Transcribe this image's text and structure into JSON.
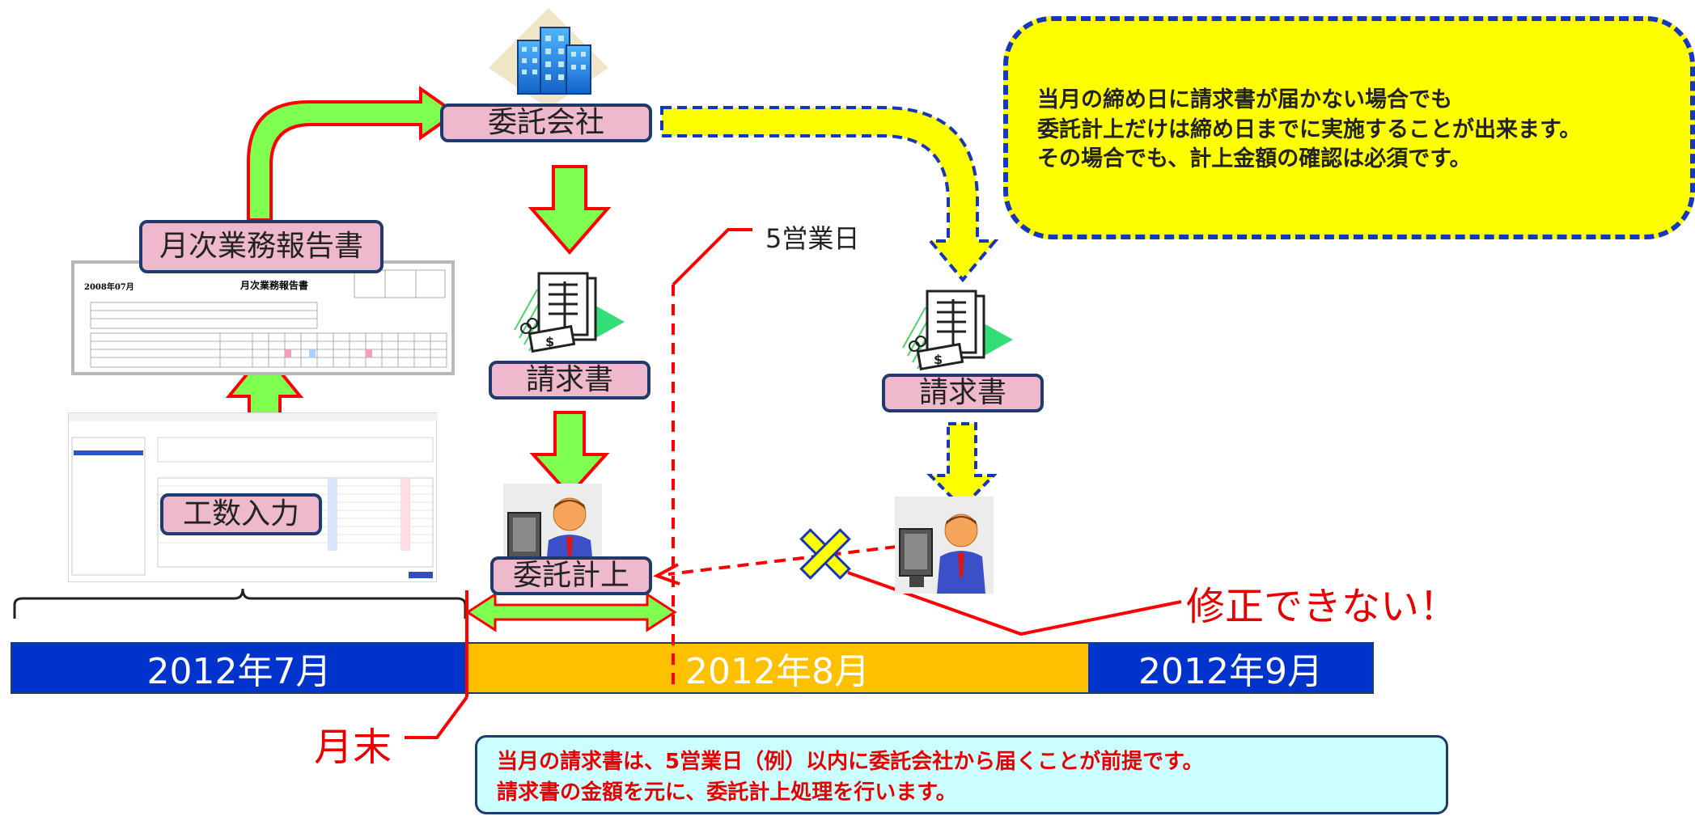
{
  "labels": {
    "itaku_kaisha": "委託会社",
    "geppou": "月次業務報告書",
    "seikyusho_left": "請求書",
    "seikyusho_right": "請求書",
    "itaku_keijo": "委託計上",
    "kosu_nyuryoku": "工数入力"
  },
  "notes": {
    "top_right_lines": [
      "当月の締め日に請求書が届かない場合でも",
      "委託計上だけは締め日までに実施することが出来ます。",
      "その場合でも、計上金額の確認は必須です。"
    ],
    "bottom_lines": [
      "当月の請求書は、5営業日（例）以内に委託会社から届くことが前提です。",
      "請求書の金額を元に、委託計上処理を行います。"
    ]
  },
  "annotations": {
    "five_days": "5営業日",
    "cannot_fix": "修正できない！",
    "month_end": "月末"
  },
  "timeline": {
    "months": [
      "2012年7月",
      "2012年8月",
      "2012年9月"
    ],
    "colors": {
      "july": "#0033cc",
      "august": "#ffc000",
      "september": "#0033cc"
    }
  },
  "report_thumbnail": {
    "date": "2008年07月",
    "title": "月次業務報告書"
  },
  "colors": {
    "label_fill": "#efb9cd",
    "label_border": "#1f3b6e",
    "arrow_green": "#7fff50",
    "arrow_red": "#ff0000",
    "arrow_yellow": "#ffff00",
    "dash_blue": "#1537b8",
    "red": "#e60000"
  }
}
